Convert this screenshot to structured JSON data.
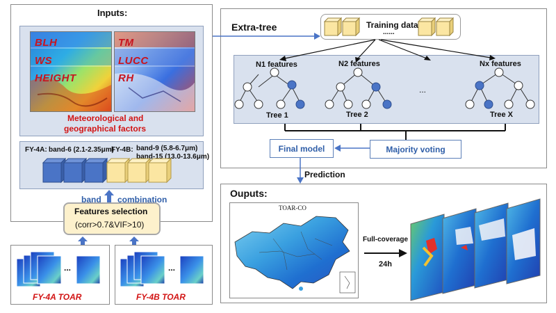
{
  "inputs": {
    "title": "Inputs:",
    "map_labels_left": [
      "BLH",
      "WS",
      "HEIGHT"
    ],
    "map_labels_right": [
      "TM",
      "LUCC",
      "RH"
    ],
    "factors_caption_line1": "Meteorological and",
    "factors_caption_line2": "geographical factors",
    "fy4a_label": "FY-4A:",
    "fy4a_band": "band-6 (2.1-2.35μm)",
    "fy4b_label": "FY-4B:",
    "fy4b_band1": "band-9 (5.8-6.7μm)",
    "fy4b_band2": "band-15 (13.0-13.6μm)",
    "band_label": "band",
    "combination_label": "combination",
    "features_selection_title": "Features selection",
    "features_selection_rule": "(corr>0.7&VIF>10)",
    "fy4a_toar": "FY-4A TOAR",
    "fy4b_toar": "FY-4B TOAR",
    "ellipsis": "..."
  },
  "extra_tree": {
    "title": "Extra-tree",
    "training_data": "Training data",
    "training_dots": "......",
    "feature_labels": [
      "N1 features",
      "N2 features",
      "Nx features"
    ],
    "tree_labels": [
      "Tree 1",
      "Tree 2",
      "Tree X"
    ],
    "tree_ellipsis": "...",
    "final_model": "Final model",
    "majority_voting": "Majority voting"
  },
  "prediction_label": "Prediction",
  "outputs": {
    "title": "Ouputs:",
    "map_title": "TOAR-CO",
    "full_coverage": "Full-coverage",
    "hours": "24h"
  },
  "colors": {
    "red_text": "#d21414",
    "blue_text": "#2f5ea8",
    "panel_fill": "#d9e1ee",
    "cube_blue": "#4a74c6",
    "cube_yellow": "#fbe6a2",
    "node_blue": "#4a74c6"
  }
}
